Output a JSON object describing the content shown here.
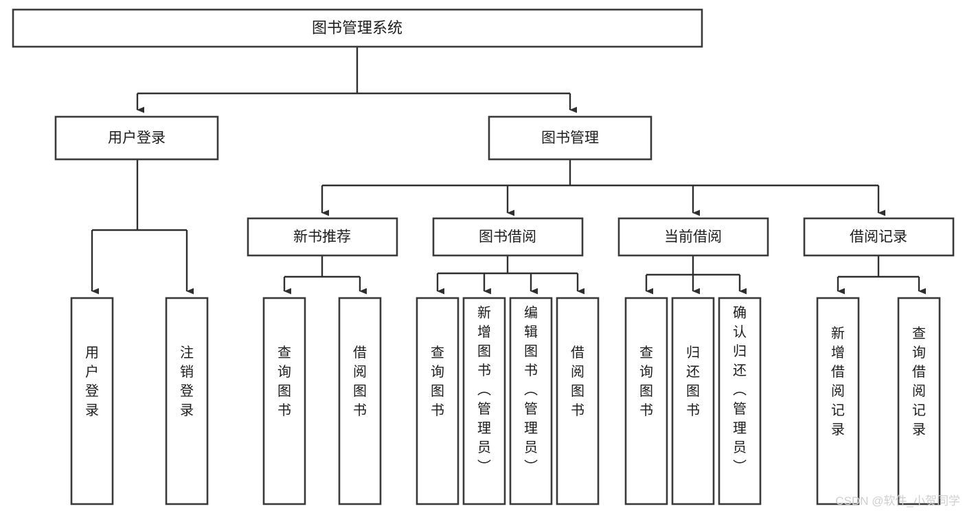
{
  "diagram": {
    "title": "图书管理系统",
    "type": "tree-hierarchy-chart",
    "watermark": "CSDN @软件_小贺同学",
    "root": {
      "id": "root",
      "label": "图书管理系统"
    },
    "level2": [
      {
        "id": "user-login",
        "label": "用户登录"
      },
      {
        "id": "book-management",
        "label": "图书管理"
      }
    ],
    "level3": [
      {
        "id": "new-book-recommend",
        "label": "新书推荐",
        "parent": "book-management"
      },
      {
        "id": "book-borrow",
        "label": "图书借阅",
        "parent": "book-management"
      },
      {
        "id": "current-borrow",
        "label": "当前借阅",
        "parent": "book-management"
      },
      {
        "id": "borrow-record",
        "label": "借阅记录",
        "parent": "book-management"
      }
    ],
    "leaves": [
      {
        "id": "leaf-user-login",
        "label": "用户登录",
        "parent": "user-login"
      },
      {
        "id": "leaf-logout",
        "label": "注销登录",
        "parent": "user-login"
      },
      {
        "id": "leaf-query-book-1",
        "label": "查询图书",
        "parent": "new-book-recommend"
      },
      {
        "id": "leaf-borrow-book-1",
        "label": "借阅图书",
        "parent": "new-book-recommend"
      },
      {
        "id": "leaf-query-book-2",
        "label": "查询图书",
        "parent": "book-borrow"
      },
      {
        "id": "leaf-add-book",
        "label": "新增图书（管理员）",
        "parent": "book-borrow"
      },
      {
        "id": "leaf-edit-book",
        "label": "编辑图书（管理员）",
        "parent": "book-borrow"
      },
      {
        "id": "leaf-borrow-book-2",
        "label": "借阅图书",
        "parent": "book-borrow"
      },
      {
        "id": "leaf-query-book-3",
        "label": "查询图书",
        "parent": "current-borrow"
      },
      {
        "id": "leaf-return-book",
        "label": "归还图书",
        "parent": "current-borrow"
      },
      {
        "id": "leaf-confirm-return",
        "label": "确认归还（管理员）",
        "parent": "current-borrow"
      },
      {
        "id": "leaf-add-record",
        "label": "新增借阅记录",
        "parent": "borrow-record"
      },
      {
        "id": "leaf-query-record",
        "label": "查询借阅记录",
        "parent": "borrow-record"
      }
    ],
    "colors": {
      "box_fill": "#ffffff",
      "box_stroke": "#3a3a3a",
      "connector": "#2f2f2f",
      "text": "#1d1d1d",
      "watermark": "#cfcfcf",
      "background": "#ffffff"
    }
  }
}
